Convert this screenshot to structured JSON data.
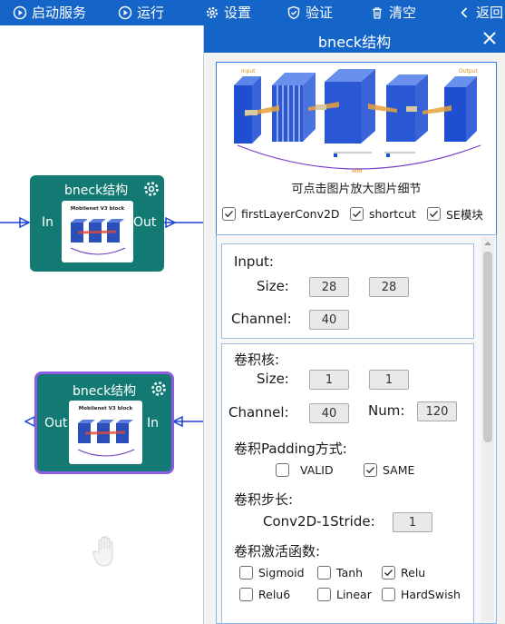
{
  "toolbar": {
    "items": [
      {
        "label": "启动服务",
        "icon": "power-icon"
      },
      {
        "label": "运行",
        "icon": "play-icon"
      },
      {
        "label": "设置",
        "icon": "gear-icon"
      },
      {
        "label": "验证",
        "icon": "shield-check-icon"
      },
      {
        "label": "清空",
        "icon": "trash-icon"
      },
      {
        "label": "返回",
        "icon": "chevron-left-icon"
      }
    ]
  },
  "canvas": {
    "nodes": [
      {
        "title": "bneck结构",
        "left_port": "In",
        "right_port": "Out",
        "thumb_label": "Mobilenet V3 block"
      },
      {
        "title": "bneck结构",
        "left_port": "Out",
        "right_port": "In",
        "thumb_label": "Mobilenet V3 block"
      }
    ]
  },
  "panel": {
    "title": "bneck结构",
    "preview": {
      "caption": "可点击图片放大图片细节",
      "input_tag": "Input",
      "output_tag": "Output",
      "add_tag": "Add"
    },
    "checkboxes": [
      {
        "label": "firstLayerConv2D",
        "checked": true
      },
      {
        "label": "shortcut",
        "checked": true
      },
      {
        "label": "SE模块",
        "checked": true
      }
    ],
    "input_section": {
      "title": "Input:",
      "size_label": "Size:",
      "size_values": [
        "28",
        "28"
      ],
      "channel_label": "Channel:",
      "channel_value": "40"
    },
    "kernel_section": {
      "title": "卷积核:",
      "size_label": "Size:",
      "size_values": [
        "1",
        "1"
      ],
      "channel_label": "Channel:",
      "channel_value": "40",
      "num_label": "Num:",
      "num_value": "120",
      "padding_label": "卷积Padding方式:",
      "padding_options": [
        {
          "label": "VALID",
          "checked": false
        },
        {
          "label": "SAME",
          "checked": true
        }
      ],
      "stride_title": "卷积步长:",
      "stride_label": "Conv2D-1Stride:",
      "stride_value": "1",
      "activation_title": "卷积激活函数:",
      "activation_options": [
        {
          "label": "Sigmoid",
          "checked": false
        },
        {
          "label": "Tanh",
          "checked": false
        },
        {
          "label": "Relu",
          "checked": true
        },
        {
          "label": "Relu6",
          "checked": false
        },
        {
          "label": "Linear",
          "checked": false
        },
        {
          "label": "HardSwish",
          "checked": false
        }
      ]
    }
  },
  "colors": {
    "toolbar_bg": "#1565c9",
    "node_bg": "#127a73",
    "node_selected_border": "#8d5ce0",
    "port_line": "#1d3fd6"
  }
}
